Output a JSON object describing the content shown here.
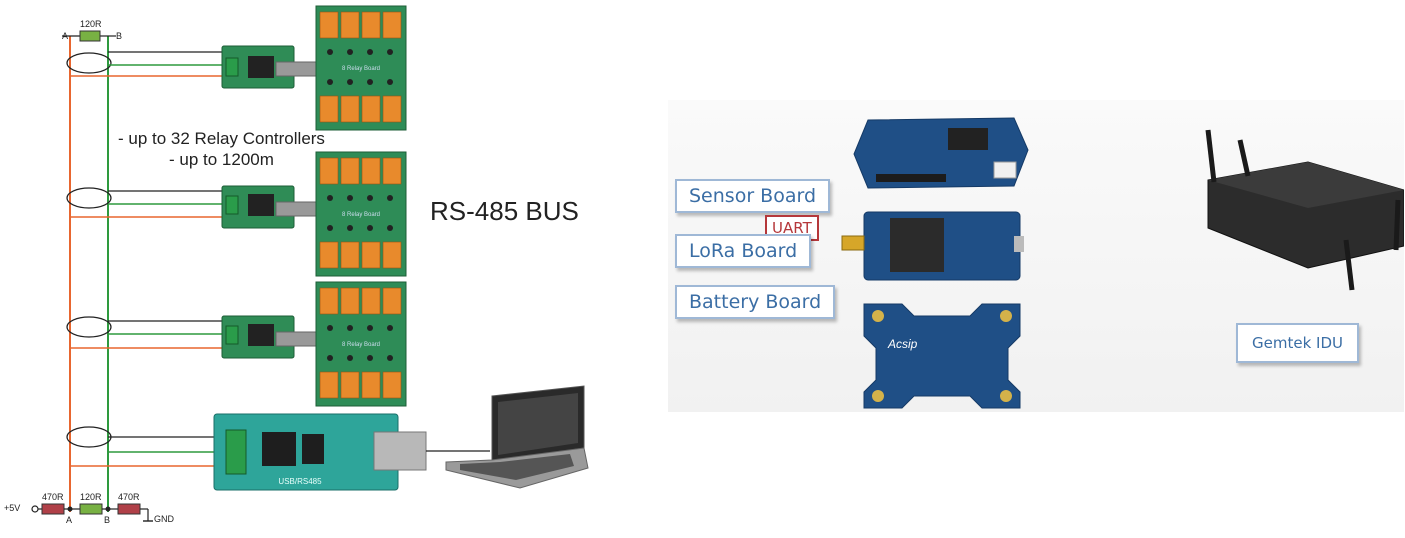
{
  "rs485": {
    "title": "RS-485 BUS",
    "notes": [
      "- up to 32 Relay Controllers",
      "- up to 1200m"
    ],
    "terminator_top": {
      "value": "120R",
      "a": "A",
      "b": "B"
    },
    "bottom": {
      "supply": "+5V",
      "bias_left": "470R",
      "terminator": "120R",
      "bias_right": "470R",
      "a": "A",
      "b": "B",
      "gnd": "GND"
    },
    "relay_board_text": "8 Relay Board",
    "converter_text": "USB/RS485",
    "colors": {
      "wire_a": "#e8662f",
      "wire_b": "#2e9a3e",
      "wire_gnd": "#222222",
      "resistor_top": "#78b143",
      "resistor_bias": "#b04048"
    }
  },
  "lora": {
    "labels": {
      "sensor": "Sensor Board",
      "uart": "UART",
      "lora": "LoRa Board",
      "battery": "Battery Board",
      "gateway": "Gemtek IDU"
    },
    "board_brand": "Acsip",
    "colors": {
      "label_text": "#3b6ea5",
      "label_border": "#9fb8d6",
      "uart": "#b5373a",
      "board": "#1f4f86"
    }
  }
}
